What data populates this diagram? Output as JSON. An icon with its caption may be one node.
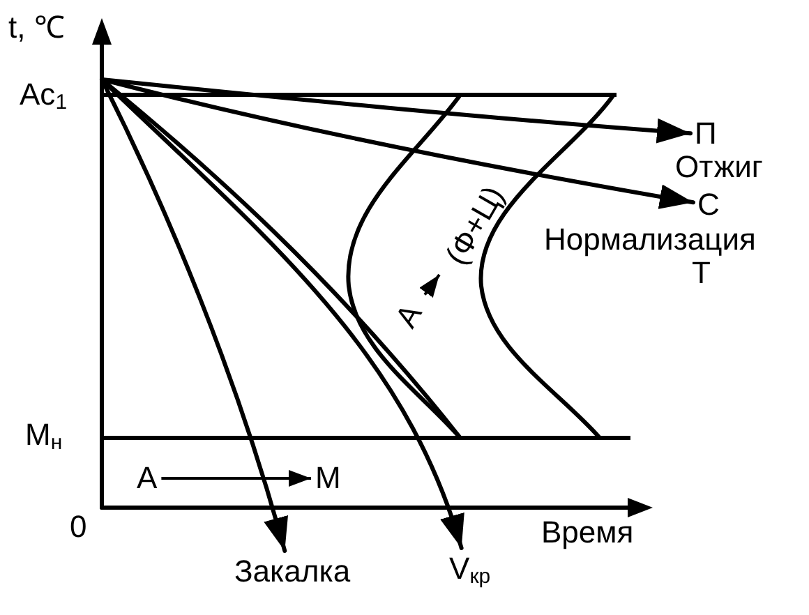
{
  "diagram": {
    "nodes": [
      {
        "text": [
          "А"
        ]
      },
      {
        "text": [
          "М"
        ]
      },
      {
        "text": [
          "А"
        ]
      },
      {
        "text": [
          "(Ф+Ц)"
        ]
      },
      {
        "text": [
          "П"
        ]
      },
      {
        "text": [
          "С"
        ]
      },
      {
        "text": [
          "Закалка"
        ]
      },
      {
        "text": [
          "V$_{кр}$"
        ]
      }
    ],
    "edges": [
      {
        "from": 0,
        "to": 1,
        "arrow": "to"
      },
      {
        "from": 2,
        "to": 3,
        "arrow": "to"
      },
      {
        "from": null,
        "to": 4,
        "arrow": "to"
      },
      {
        "from": null,
        "to": 5,
        "arrow": "to"
      },
      {
        "from": null,
        "to": 6,
        "arrow": "to"
      },
      {
        "from": null,
        "to": 7,
        "arrow": "to"
      }
    ],
    "labels": [
      "t, ℃",
      "Ac$_{1}$",
      "M$_{н}$",
      "0",
      "Время",
      "Отжиг",
      "Нормализация",
      "Т"
    ]
  }
}
